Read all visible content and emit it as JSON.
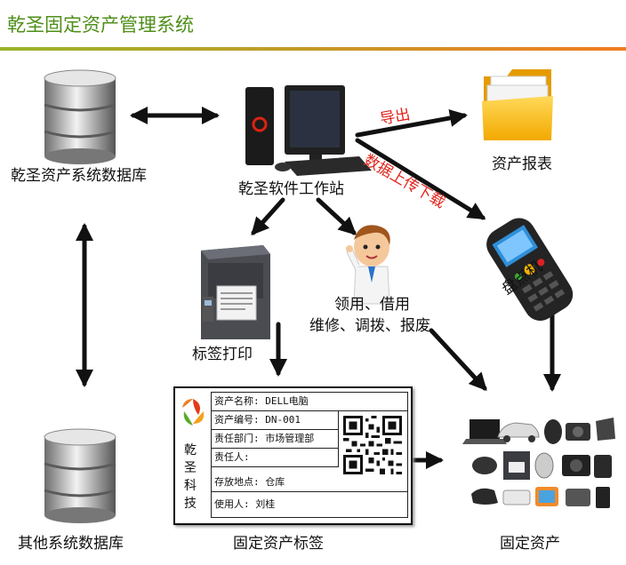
{
  "header": {
    "title": "乾圣固定资产管理系统"
  },
  "nodes": {
    "db_main": "乾圣资产系统数据库",
    "workstation": "乾圣软件工作站",
    "report": "资产报表",
    "handheld": "盘点机",
    "printer": "标签打印",
    "staff_line1": "领用、借用",
    "staff_line2": "维修、调拨、报废",
    "db_other": "其他系统数据库",
    "asset_label": "固定资产标签",
    "assets": "固定资产"
  },
  "edges": {
    "export": "导出",
    "upload_download": "数据上传下载"
  },
  "label_card": {
    "company": "乾圣科技",
    "rows": [
      "资产名称: DELL电脑",
      "资产编号: DN-001",
      "责任部门: 市场管理部",
      "责任人:",
      "存放地点: 仓库",
      "使用人: 刘桂"
    ]
  },
  "colors": {
    "title": "#4f8f19",
    "accent_line_start": "#9ab52a",
    "accent_line_end": "#f07d22",
    "edge_label": "#e2231a"
  }
}
